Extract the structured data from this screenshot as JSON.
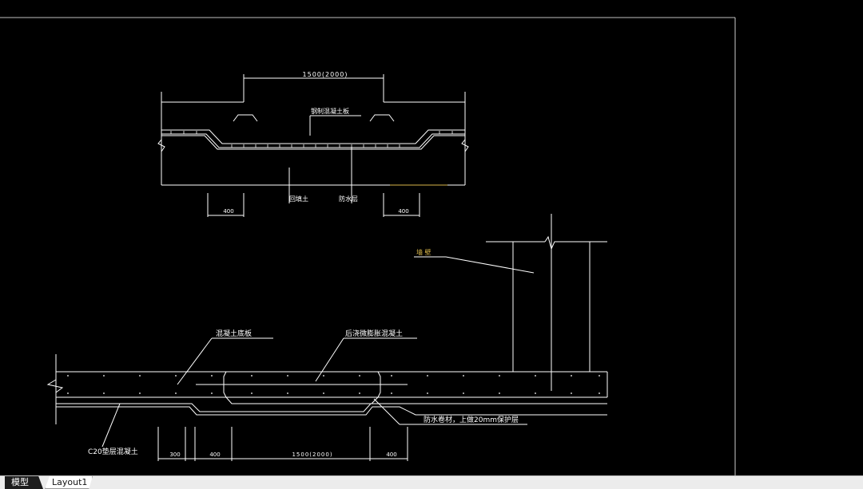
{
  "tabs": [
    {
      "label": "模型",
      "active": true
    },
    {
      "label": "Layout1",
      "active": false
    }
  ],
  "drawing": {
    "top_detail": {
      "dim_top": "1500(2000)",
      "label_reinforced": "钢制混凝土板",
      "label_backfill": "回填土",
      "label_waterproof": "防水层",
      "dim_left": "400",
      "dim_right": "400"
    },
    "bottom_detail": {
      "label_wall": "墙 壁",
      "label_slab": "混凝土底板",
      "label_post_pour": "后浇微膨胀混凝土",
      "label_waterproof": "防水卷材，上做20mm保护层",
      "label_cushion": "C20垫层混凝土",
      "dim_300": "300",
      "dim_400_left": "400",
      "dim_main": "1500(2000)",
      "dim_400_right": "400"
    }
  },
  "colors": {
    "background": "#000000",
    "line": "#ffffff",
    "accent_dim": "#d8b64a"
  }
}
